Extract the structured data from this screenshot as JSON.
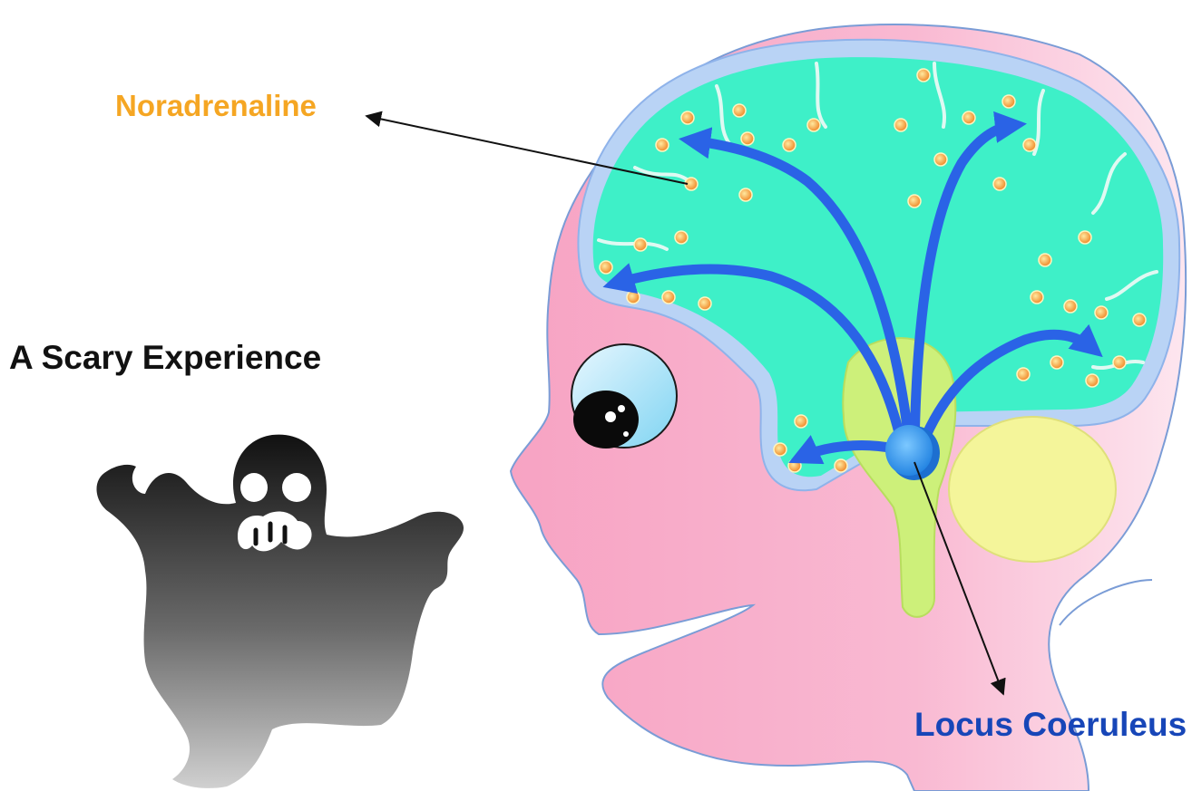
{
  "labels": {
    "noradrenaline": "Noradrenaline",
    "scary_experience": "A Scary Experience",
    "locus_coeruleus": "Locus Coeruleus"
  },
  "colors": {
    "noradrenaline_text": "#f5a623",
    "locus_text": "#1746b8",
    "title_text": "#111111",
    "face_skin": "#f7a8c6",
    "brain_fill": "#3ef0c8",
    "brain_outline": "#a8c8f0",
    "pathway_arrows": "#2a63e6",
    "vesicle_dots": "#f39a3a",
    "cerebellum": "#f4f59a",
    "brainstem": "#cdf07a",
    "locus_node": "#3aa0f0",
    "ghost_dark": "#1a1a1a",
    "ghost_light": "#c8c8c8"
  },
  "icons": {
    "ghost": "ghost-icon",
    "head": "human-head-profile",
    "brain": "brain-icon"
  }
}
